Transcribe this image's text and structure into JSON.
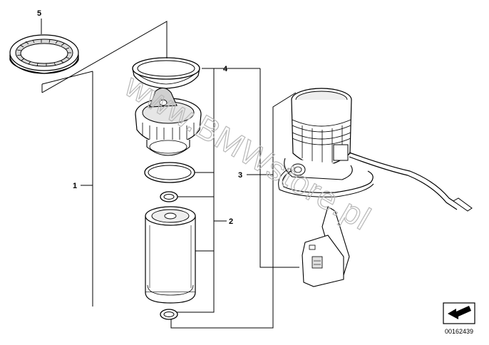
{
  "callouts": {
    "c1": "1",
    "c2": "2",
    "c3": "3",
    "c4": "4",
    "c5": "5"
  },
  "watermark": "www.BMWstore.pl",
  "diagram_id": "00162439",
  "corner_icon": "arrow-stamp-icon"
}
